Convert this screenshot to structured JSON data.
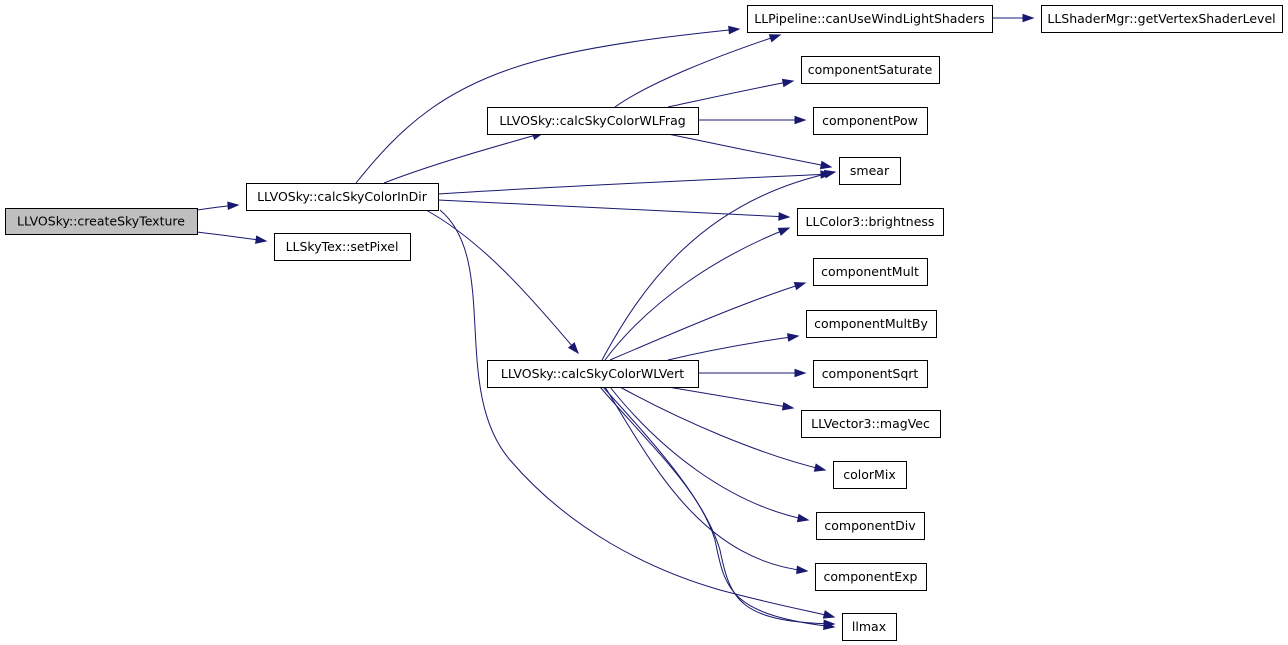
{
  "graph": {
    "nodes": [
      {
        "id": "createSkyTexture",
        "label": "LLVOSky::createSkyTexture",
        "root": true
      },
      {
        "id": "calcSkyColorInDir",
        "label": "LLVOSky::calcSkyColorInDir"
      },
      {
        "id": "setPixel",
        "label": "LLSkyTex::setPixel"
      },
      {
        "id": "canUseWindLightShaders",
        "label": "LLPipeline::canUseWindLightShaders"
      },
      {
        "id": "calcSkyColorWLFrag",
        "label": "LLVOSky::calcSkyColorWLFrag"
      },
      {
        "id": "calcSkyColorWLVert",
        "label": "LLVOSky::calcSkyColorWLVert"
      },
      {
        "id": "getVertexShaderLevel",
        "label": "LLShaderMgr::getVertexShaderLevel"
      },
      {
        "id": "componentSaturate",
        "label": "componentSaturate"
      },
      {
        "id": "componentPow",
        "label": "componentPow"
      },
      {
        "id": "smear",
        "label": "smear"
      },
      {
        "id": "brightness",
        "label": "LLColor3::brightness"
      },
      {
        "id": "componentMult",
        "label": "componentMult"
      },
      {
        "id": "componentMultBy",
        "label": "componentMultBy"
      },
      {
        "id": "componentSqrt",
        "label": "componentSqrt"
      },
      {
        "id": "magVec",
        "label": "LLVector3::magVec"
      },
      {
        "id": "colorMix",
        "label": "colorMix"
      },
      {
        "id": "componentDiv",
        "label": "componentDiv"
      },
      {
        "id": "componentExp",
        "label": "componentExp"
      },
      {
        "id": "llmax",
        "label": "llmax"
      }
    ],
    "edges": [
      {
        "from": "createSkyTexture",
        "to": "calcSkyColorInDir"
      },
      {
        "from": "createSkyTexture",
        "to": "setPixel"
      },
      {
        "from": "calcSkyColorInDir",
        "to": "canUseWindLightShaders"
      },
      {
        "from": "calcSkyColorInDir",
        "to": "calcSkyColorWLFrag"
      },
      {
        "from": "calcSkyColorInDir",
        "to": "smear"
      },
      {
        "from": "calcSkyColorInDir",
        "to": "brightness"
      },
      {
        "from": "calcSkyColorInDir",
        "to": "calcSkyColorWLVert"
      },
      {
        "from": "calcSkyColorInDir",
        "to": "llmax"
      },
      {
        "from": "canUseWindLightShaders",
        "to": "getVertexShaderLevel"
      },
      {
        "from": "calcSkyColorWLFrag",
        "to": "canUseWindLightShaders"
      },
      {
        "from": "calcSkyColorWLFrag",
        "to": "componentSaturate"
      },
      {
        "from": "calcSkyColorWLFrag",
        "to": "componentPow"
      },
      {
        "from": "calcSkyColorWLFrag",
        "to": "smear"
      },
      {
        "from": "calcSkyColorWLVert",
        "to": "smear"
      },
      {
        "from": "calcSkyColorWLVert",
        "to": "brightness"
      },
      {
        "from": "calcSkyColorWLVert",
        "to": "componentMult"
      },
      {
        "from": "calcSkyColorWLVert",
        "to": "componentMultBy"
      },
      {
        "from": "calcSkyColorWLVert",
        "to": "componentSqrt"
      },
      {
        "from": "calcSkyColorWLVert",
        "to": "magVec"
      },
      {
        "from": "calcSkyColorWLVert",
        "to": "colorMix"
      },
      {
        "from": "calcSkyColorWLVert",
        "to": "componentDiv"
      },
      {
        "from": "calcSkyColorWLVert",
        "to": "componentExp"
      },
      {
        "from": "calcSkyColorWLVert",
        "to": "llmax"
      }
    ]
  },
  "colors": {
    "edge": "#191970",
    "root_fill": "#bfbfbf",
    "node_fill": "#ffffff",
    "node_stroke": "#000000"
  }
}
